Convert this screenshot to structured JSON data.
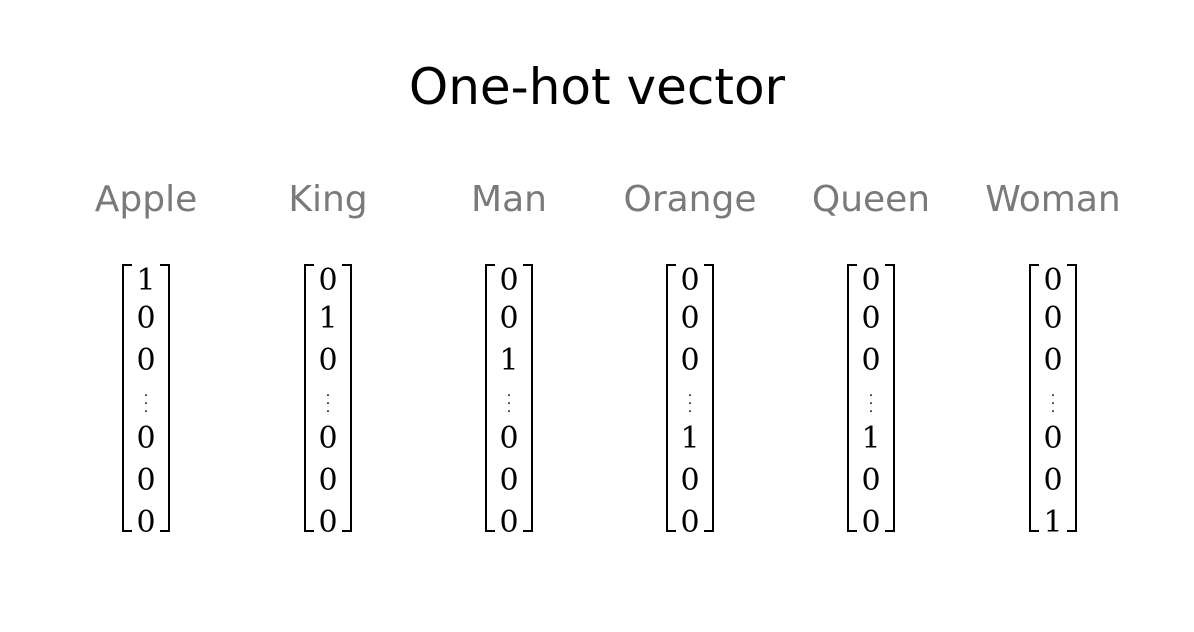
{
  "title": "One-hot vector",
  "words": [
    {
      "label": "Apple",
      "values": [
        "1",
        "0",
        "0",
        "0",
        "0",
        "0"
      ]
    },
    {
      "label": "King",
      "values": [
        "0",
        "1",
        "0",
        "0",
        "0",
        "0"
      ]
    },
    {
      "label": "Man",
      "values": [
        "0",
        "0",
        "1",
        "0",
        "0",
        "0"
      ]
    },
    {
      "label": "Orange",
      "values": [
        "0",
        "0",
        "0",
        "1",
        "0",
        "0"
      ]
    },
    {
      "label": "Queen",
      "values": [
        "0",
        "0",
        "0",
        "1",
        "0",
        "0"
      ]
    },
    {
      "label": "Woman",
      "values": [
        "0",
        "0",
        "0",
        "0",
        "0",
        "1"
      ]
    }
  ],
  "ellipsis": "⋮",
  "colors": {
    "title": "#000000",
    "label": "#7a7a7a",
    "matrix": "#000000"
  }
}
